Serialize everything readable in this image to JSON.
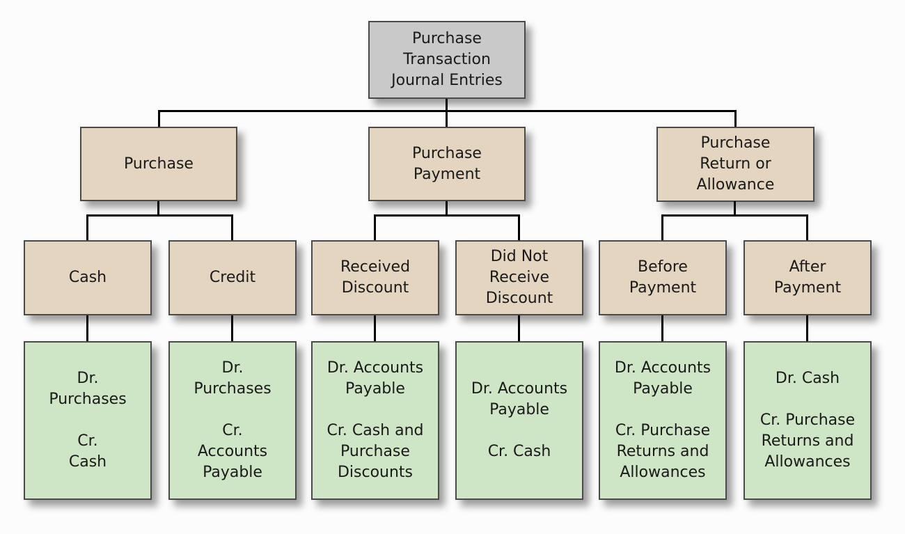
{
  "colors": {
    "background": "#fcfcfc",
    "root_fill": "#c9c9c9",
    "branch_fill": "#e3d5c0",
    "leaf_fill": "#cee5c6",
    "border": "#4a4a4a",
    "line": "#000000",
    "text": "#1a1a1a"
  },
  "tree": {
    "root": {
      "label": "Purchase\nTransaction\nJournal Entries"
    },
    "branches": [
      {
        "label": "Purchase",
        "children": [
          {
            "label": "Cash",
            "entry": "Dr.\nPurchases\n\nCr.\nCash"
          },
          {
            "label": "Credit",
            "entry": "Dr.\nPurchases\n\nCr.\nAccounts\nPayable"
          }
        ]
      },
      {
        "label": "Purchase\nPayment",
        "children": [
          {
            "label": "Received\nDiscount",
            "entry": "Dr. Accounts\nPayable\n\nCr. Cash and\nPurchase\nDiscounts"
          },
          {
            "label": "Did Not\nReceive\nDiscount",
            "entry": "Dr. Accounts\nPayable\n\nCr. Cash"
          }
        ]
      },
      {
        "label": "Purchase\nReturn or\nAllowance",
        "children": [
          {
            "label": "Before\nPayment",
            "entry": "Dr. Accounts\nPayable\n\nCr. Purchase\nReturns and\nAllowances"
          },
          {
            "label": "After\nPayment",
            "entry": "Dr. Cash\n\nCr. Purchase\nReturns and\nAllowances"
          }
        ]
      }
    ]
  }
}
